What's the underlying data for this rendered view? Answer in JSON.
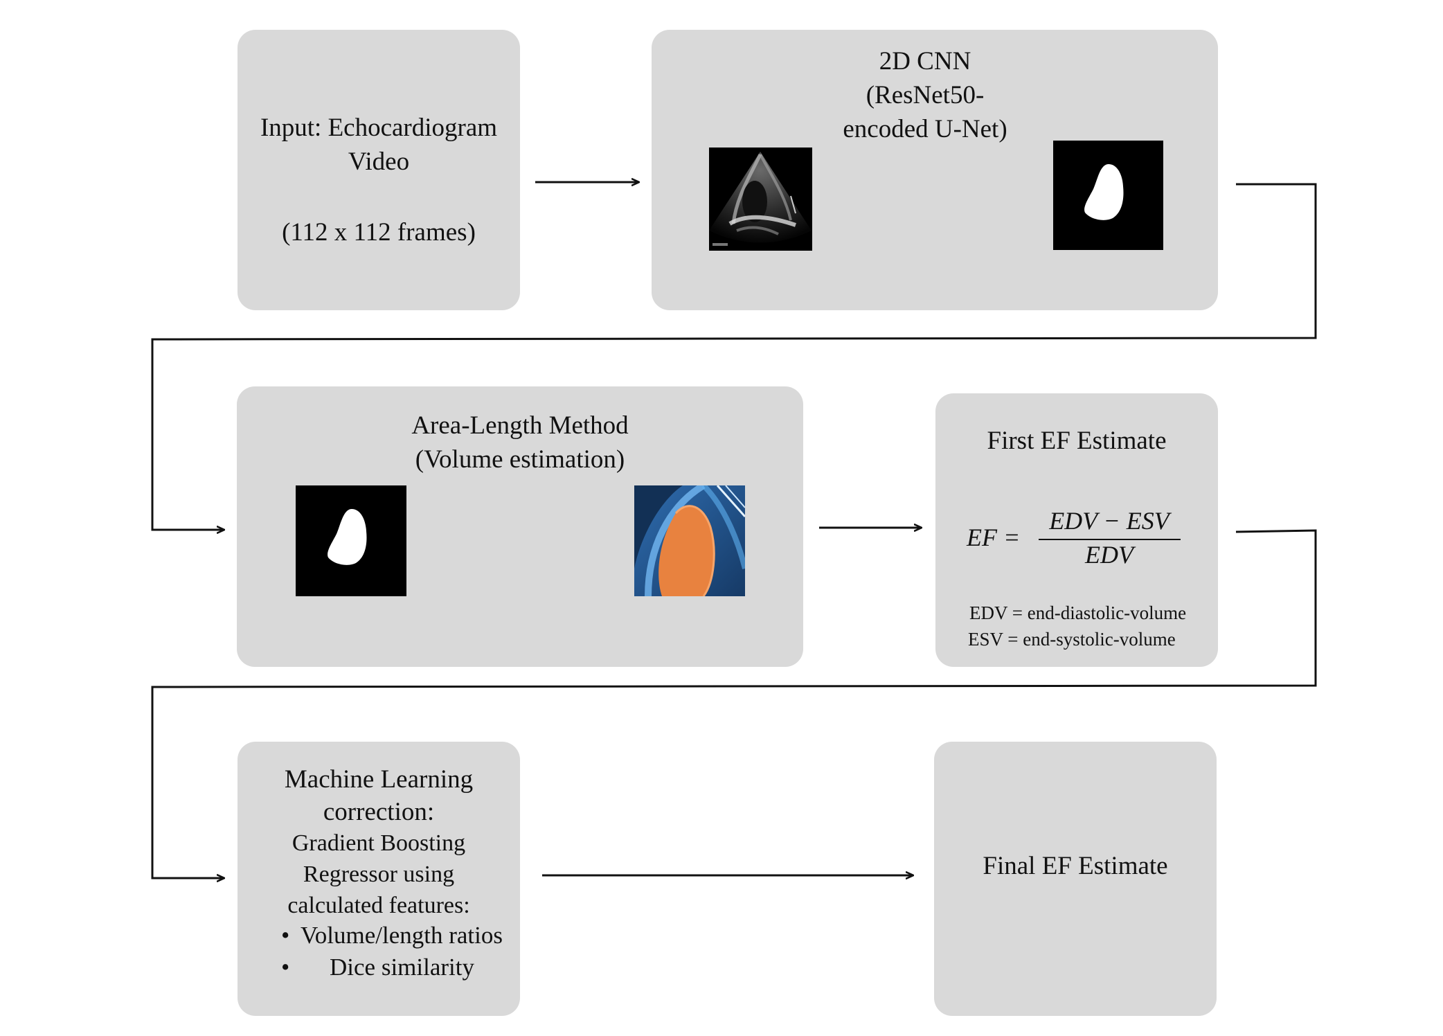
{
  "input": {
    "line1": "Input: Echocardiogram",
    "line2": "Video",
    "line3": "(112 x 112 frames)"
  },
  "cnn": {
    "line1": "2D CNN",
    "line2": "(ResNet50-",
    "line3": "encoded U-Net)"
  },
  "area_length": {
    "line1": "Area-Length Method",
    "line2": "(Volume estimation)"
  },
  "first_ef": {
    "title": "First EF Estimate",
    "formula_lhs": "EF =",
    "formula_num": "EDV − ESV",
    "formula_den": "EDV",
    "def_edv": "EDV = end-diastolic-volume",
    "def_esv": "ESV = end-systolic-volume"
  },
  "ml": {
    "line1": "Machine Learning",
    "line2": "correction:",
    "line3": "Gradient Boosting",
    "line4": "Regressor using",
    "line5": "calculated features:",
    "bullets": [
      "Volume/length ratios",
      "Dice similarity"
    ],
    "bullet_glyph": "•"
  },
  "final_ef": {
    "title": "Final EF Estimate"
  }
}
